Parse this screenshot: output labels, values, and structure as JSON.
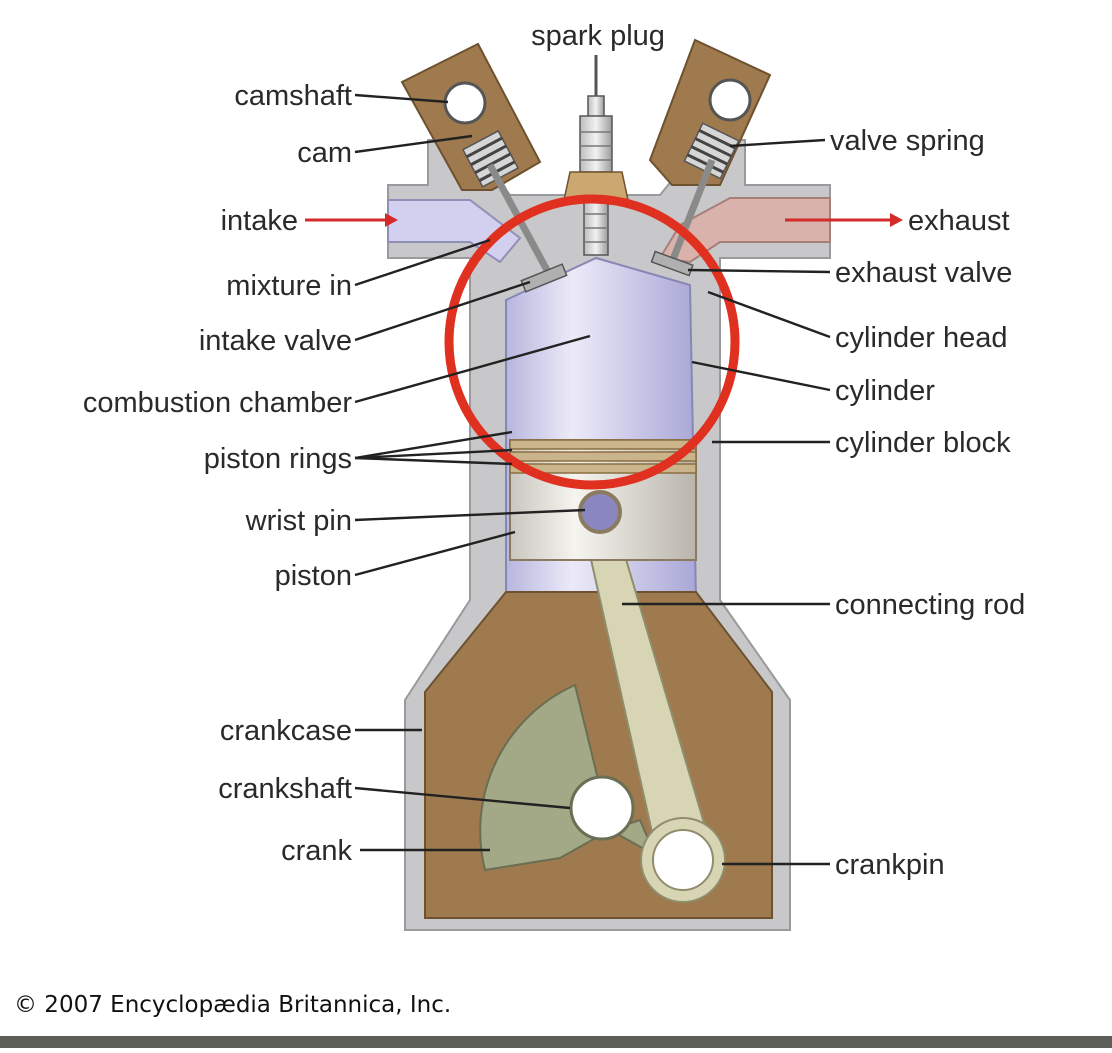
{
  "labels": {
    "spark_plug": "spark plug",
    "camshaft": "camshaft",
    "cam": "cam",
    "intake": "intake",
    "mixture_in": "mixture in",
    "intake_valve": "intake valve",
    "combustion_chamber": "combustion chamber",
    "piston_rings": "piston rings",
    "wrist_pin": "wrist pin",
    "piston": "piston",
    "crankcase": "crankcase",
    "crankshaft": "crankshaft",
    "crank": "crank",
    "valve_spring": "valve spring",
    "exhaust": "exhaust",
    "exhaust_valve": "exhaust valve",
    "cylinder_head": "cylinder head",
    "cylinder": "cylinder",
    "cylinder_block": "cylinder block",
    "connecting_rod": "connecting rod",
    "crankpin": "crankpin"
  },
  "copyright": "© 2007 Encyclopædia Britannica, Inc.",
  "colors": {
    "block_gray": "#c8c8ca",
    "brown": "#9e7a4e",
    "cylinder_lavender": "#c9c8ea",
    "exhaust_pink": "#d9b2ab",
    "crank_green": "#a3a886",
    "rod_cream": "#d7d5b3",
    "highlight_red": "#e03020",
    "arrow_red": "#d42a2a",
    "bottom_bar": "#5d5e58"
  }
}
